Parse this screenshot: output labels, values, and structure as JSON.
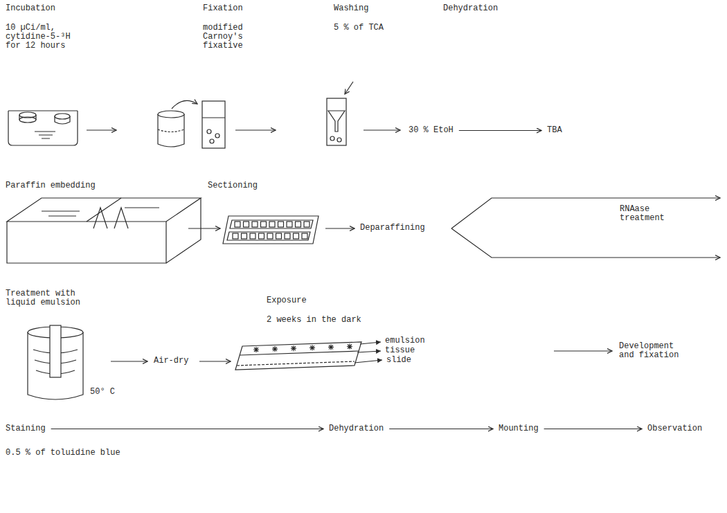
{
  "diagram": {
    "nodes": [
      {
        "text": [
          "30 % EtoH"
        ]
      },
      {
        "text": [
          "TBA"
        ]
      },
      {
        "text": [
          "Staining"
        ]
      },
      {
        "text": [
          "Dehydration"
        ]
      },
      {
        "text": [
          "Mounting"
        ]
      },
      {
        "text": [
          "Observation"
        ]
      }
    ],
    "edges": [
      {
        "from": 0,
        "to": 1,
        "arrow": "to"
      },
      {
        "from": 2,
        "to": 3,
        "arrow": "to"
      },
      {
        "from": 3,
        "to": 4,
        "arrow": "to"
      },
      {
        "from": 4,
        "to": 5,
        "arrow": "to"
      }
    ],
    "labels": [
      "Incubation",
      "10 µCi/ml, cytidine-5-³H for 12 hours",
      "Fixation",
      "modified Carnoy's fixative",
      "Washing",
      "5 % of TCA",
      "Dehydration",
      "Paraffin embedding",
      "Sectioning",
      "Deparaffining",
      "RNAase treatment",
      "Treatment with liquid emulsion",
      "50° C",
      "Air-dry",
      "Exposure",
      "2 weeks in the dark",
      "emulsion",
      "tissue",
      "slide",
      "Development and fixation",
      "0.5 % of toluidine blue"
    ]
  }
}
